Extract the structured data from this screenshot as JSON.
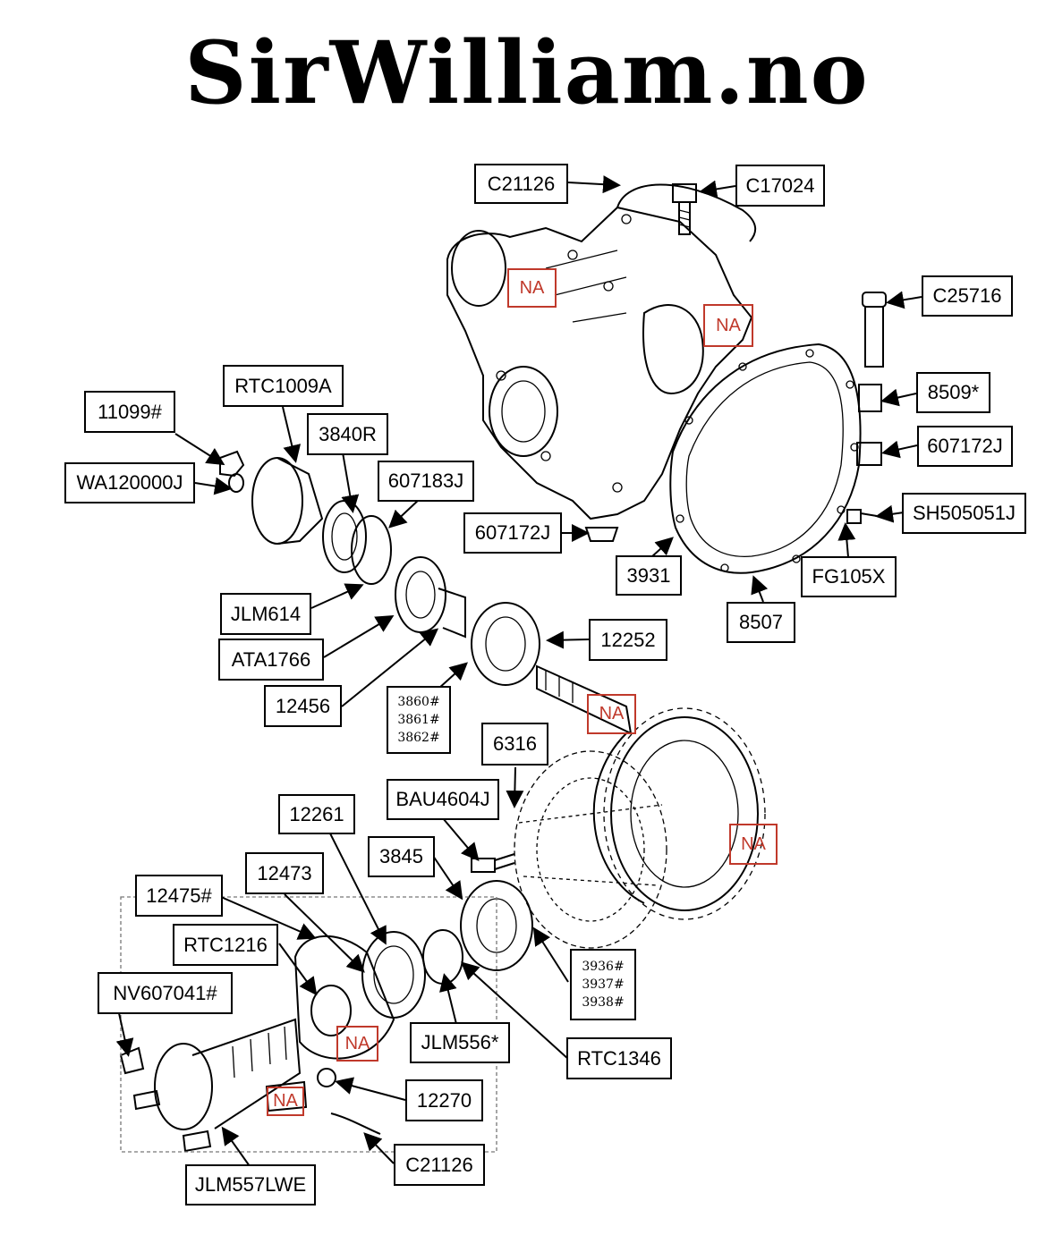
{
  "title": "SirWilliam.no",
  "labels": {
    "c21126_top": "C21126",
    "c17024": "C17024",
    "c25716": "C25716",
    "p8509": "8509*",
    "p607172j_right": "607172J",
    "sh505051j": "SH505051J",
    "fg105x": "FG105X",
    "p8507": "8507",
    "p3931": "3931",
    "p607172j_left": "607172J",
    "p11099": "11099#",
    "rtc1009a": "RTC1009A",
    "p3840r": "3840R",
    "p607183j": "607183J",
    "wa120000j": "WA120000J",
    "jlm614": "JLM614",
    "ata1766": "ATA1766",
    "p12456": "12456",
    "p12252": "12252",
    "shim_group_1": [
      "3860#",
      "3861#",
      "3862#"
    ],
    "p6316": "6316",
    "bau4604j": "BAU4604J",
    "p12261": "12261",
    "p3845": "3845",
    "p12473": "12473",
    "p12475": "12475#",
    "rtc1216": "RTC1216",
    "nv607041": "NV607041#",
    "shim_group_2": [
      "3936#",
      "3937#",
      "3938#"
    ],
    "jlm556": "JLM556*",
    "rtc1346": "RTC1346",
    "p12270": "12270",
    "c21126_bottom": "C21126",
    "jlm557lwe": "JLM557LWE"
  },
  "na_text": "NA"
}
